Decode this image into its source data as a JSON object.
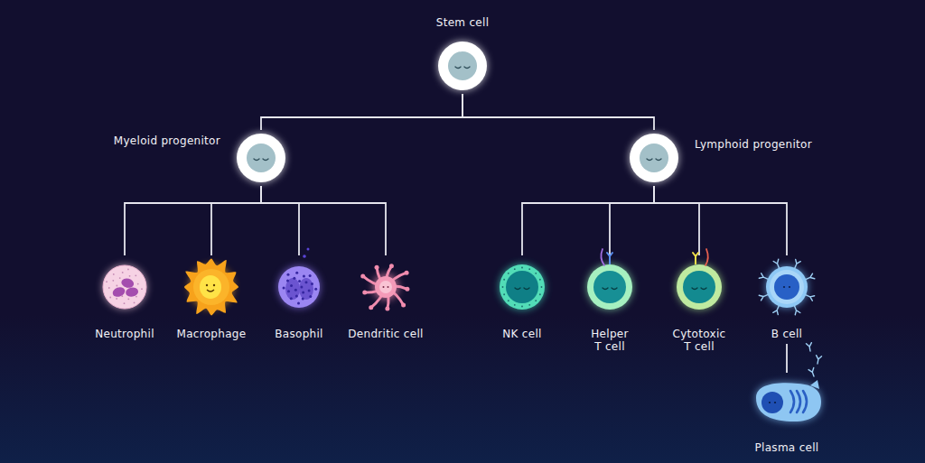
{
  "diagram": {
    "nodes": [
      {
        "text": [
          "Stem cell"
        ]
      },
      {
        "text": [
          "Myeloid progenitor"
        ]
      },
      {
        "text": [
          "Lymphoid progenitor"
        ]
      },
      {
        "text": [
          "Neutrophil"
        ]
      },
      {
        "text": [
          "Macrophage"
        ]
      },
      {
        "text": [
          "Basophil"
        ]
      },
      {
        "text": [
          "Dendritic cell"
        ]
      },
      {
        "text": [
          "NK cell"
        ]
      },
      {
        "text": [
          "Helper T cell"
        ]
      },
      {
        "text": [
          "Cytotoxic T cell"
        ]
      },
      {
        "text": [
          "B cell"
        ]
      },
      {
        "text": [
          "Plasma cell"
        ]
      }
    ],
    "edges": [
      {
        "from": 0,
        "to": 1,
        "arrow": "none"
      },
      {
        "from": 0,
        "to": 2,
        "arrow": "none"
      },
      {
        "from": 1,
        "to": 3,
        "arrow": "none"
      },
      {
        "from": 1,
        "to": 4,
        "arrow": "none"
      },
      {
        "from": 1,
        "to": 5,
        "arrow": "none"
      },
      {
        "from": 1,
        "to": 6,
        "arrow": "none"
      },
      {
        "from": 2,
        "to": 7,
        "arrow": "none"
      },
      {
        "from": 2,
        "to": 8,
        "arrow": "none"
      },
      {
        "from": 2,
        "to": 9,
        "arrow": "none"
      },
      {
        "from": 2,
        "to": 10,
        "arrow": "none"
      },
      {
        "from": 10,
        "to": 11,
        "arrow": "none"
      }
    ]
  }
}
